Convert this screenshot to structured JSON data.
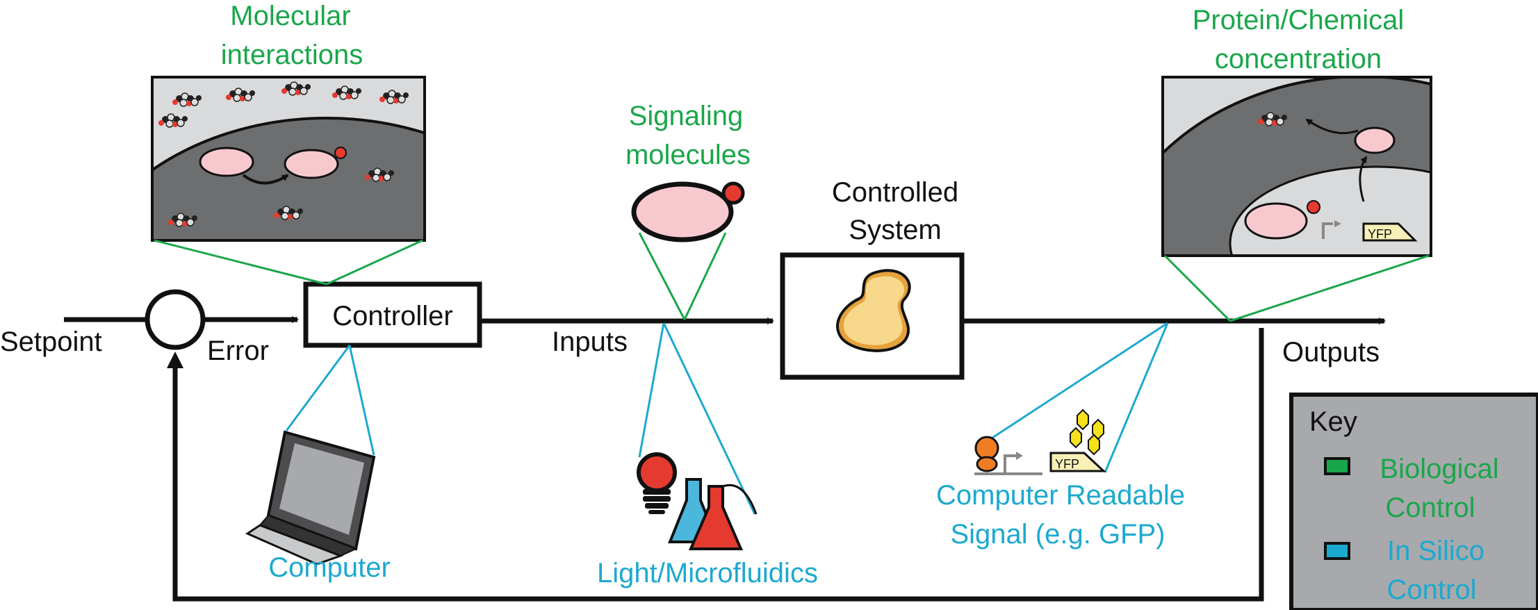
{
  "labels": {
    "molecular": [
      "Molecular",
      "interactions"
    ],
    "protein": [
      "Protein/Chemical",
      "concentration"
    ],
    "signaling": [
      "Signaling",
      "molecules"
    ],
    "controlled": [
      "Controlled",
      "System"
    ],
    "controller": "Controller",
    "setpoint": "Setpoint",
    "error": "Error",
    "inputs": "Inputs",
    "outputs": "Outputs",
    "computer": "Computer",
    "light": "Light/Microfluidics",
    "readable": [
      "Computer Readable",
      "Signal (e.g. GFP)"
    ],
    "yfp": "YFP"
  },
  "key": {
    "title": "Key",
    "biological": [
      "Biological",
      "Control"
    ],
    "insilico": [
      "In Silico",
      "Control"
    ]
  },
  "colors": {
    "biological": "#1aa64a",
    "insilico": "#1ca9cf",
    "line": "#111111",
    "cell_pink": "#f7c9cf",
    "yeast": "#f8d88a",
    "panel_dark": "#6d6e70",
    "panel_light": "#d9dadb",
    "key_bg": "#a7a9ac"
  }
}
